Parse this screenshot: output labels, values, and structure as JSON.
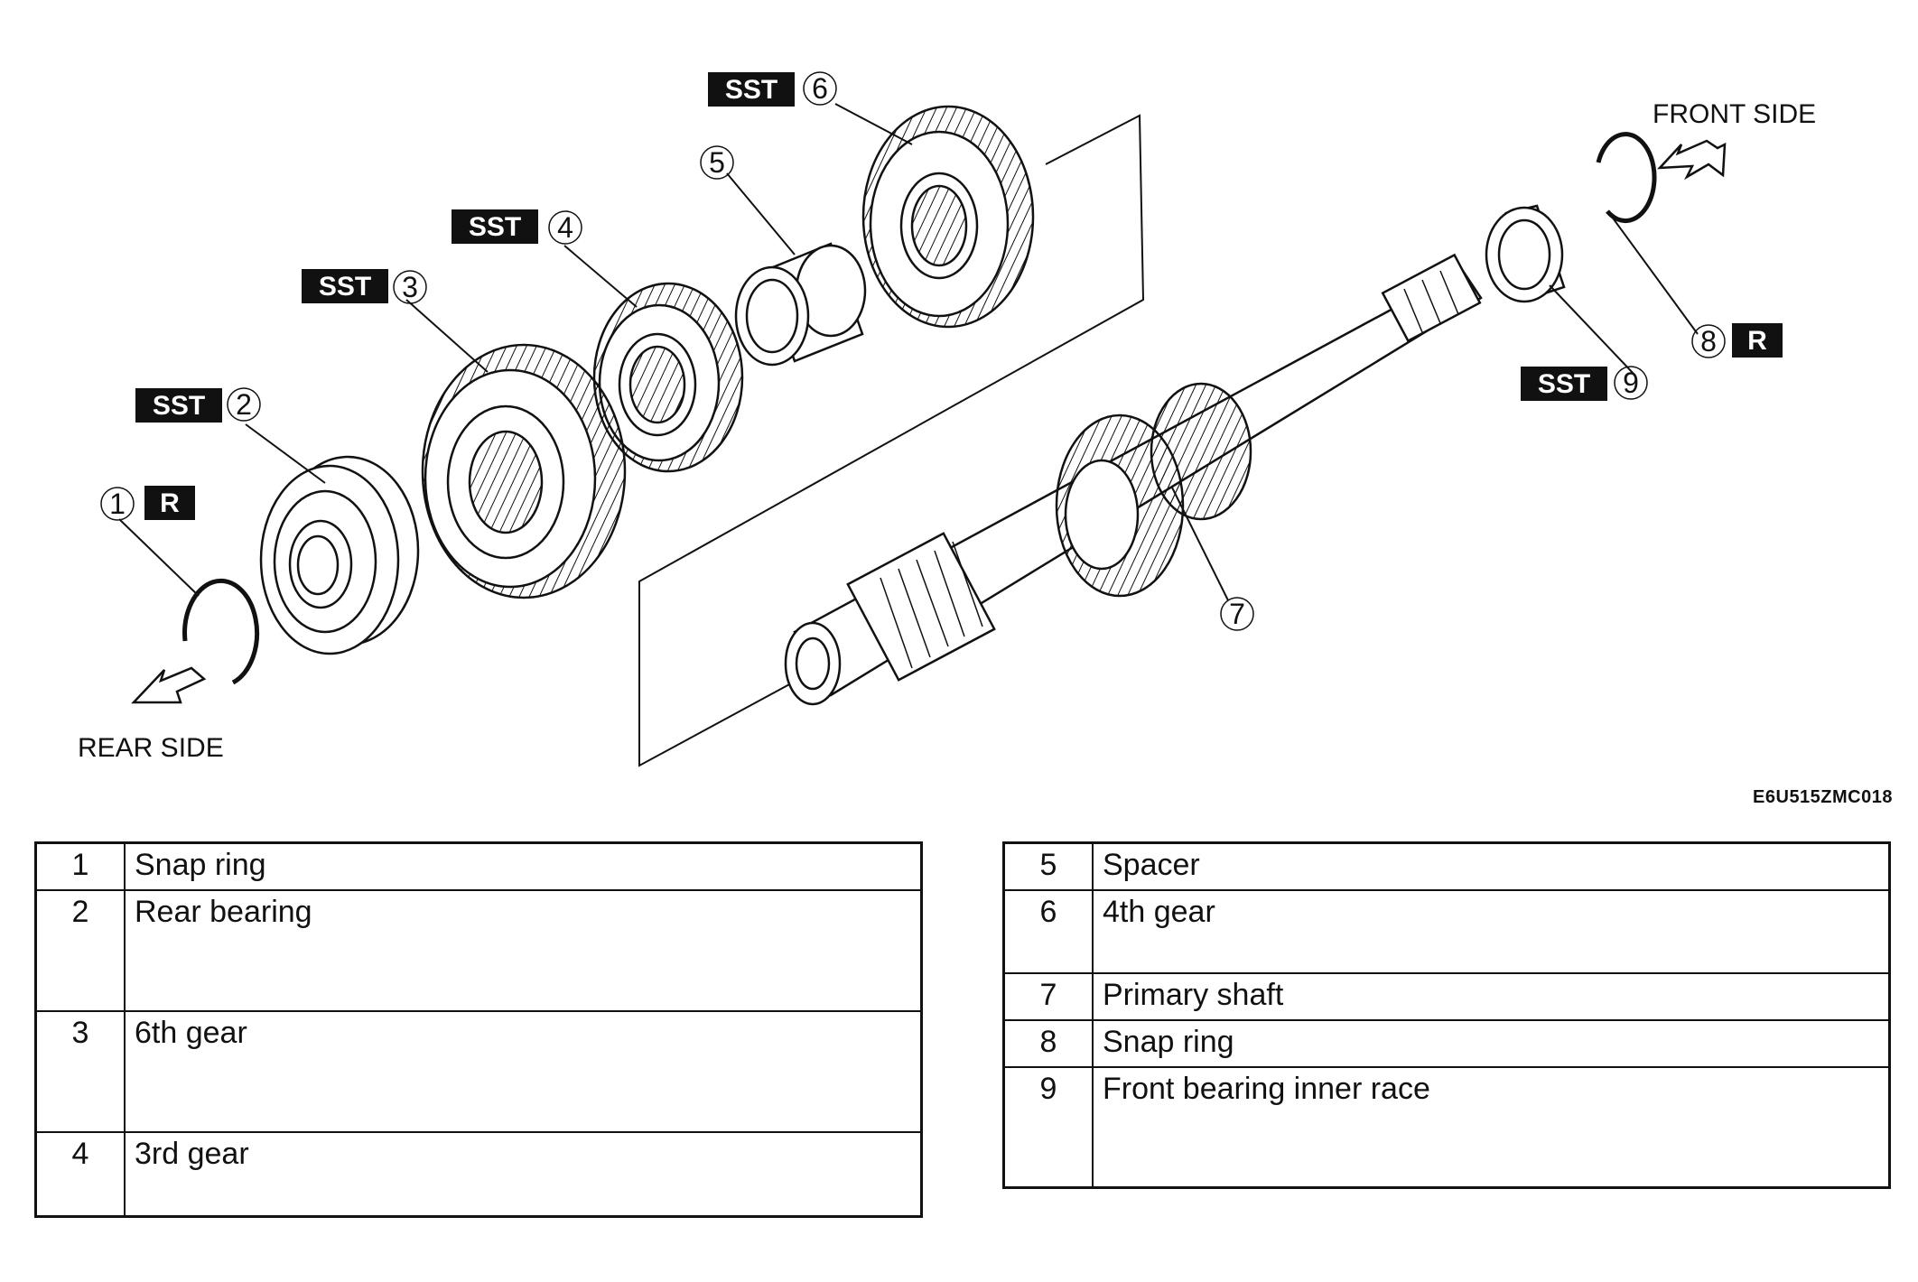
{
  "diagram": {
    "side_labels": {
      "front": "FRONT SIDE",
      "rear": "REAR SIDE"
    },
    "tags": {
      "sst": "SST",
      "replace": "R"
    },
    "callouts": [
      "1",
      "2",
      "3",
      "4",
      "5",
      "6",
      "7",
      "8",
      "9"
    ],
    "code": "E6U515ZMC018"
  },
  "parts_left": [
    {
      "num": "1",
      "name": "Snap ring"
    },
    {
      "num": "2",
      "name": "Rear bearing"
    },
    {
      "num": "3",
      "name": "6th gear"
    },
    {
      "num": "4",
      "name": "3rd gear"
    }
  ],
  "parts_right": [
    {
      "num": "5",
      "name": "Spacer"
    },
    {
      "num": "6",
      "name": "4th gear"
    },
    {
      "num": "7",
      "name": "Primary shaft"
    },
    {
      "num": "8",
      "name": "Snap ring"
    },
    {
      "num": "9",
      "name": "Front bearing inner race"
    }
  ]
}
